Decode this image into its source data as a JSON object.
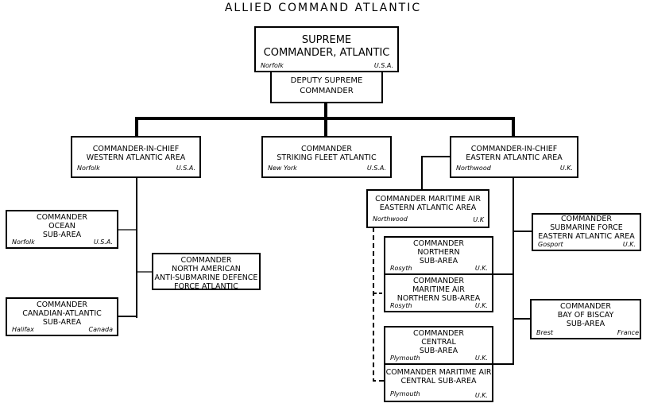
{
  "title": "ALLIED COMMAND ATLANTIC",
  "nodes": {
    "supreme": {
      "name": "SUPREME\nCOMMANDER, ATLANTIC",
      "location": "Norfolk",
      "country": "U.S.A."
    },
    "deputy": {
      "name": "DEPUTY SUPREME\nCOMMANDER"
    },
    "west": {
      "name": "COMMANDER-IN-CHIEF\nWESTERN ATLANTIC AREA",
      "location": "Norfolk",
      "country": "U.S.A."
    },
    "striking": {
      "name": "COMMANDER\nSTRIKING FLEET ATLANTIC",
      "location": "New York",
      "country": "U.S.A."
    },
    "east": {
      "name": "COMMANDER-IN-CHIEF\nEASTERN ATLANTIC AREA",
      "location": "Northwood",
      "country": "U.K."
    },
    "ocean": {
      "name": "COMMANDER\nOCEAN\nSUB-AREA",
      "location": "Norfolk",
      "country": "U.S.A."
    },
    "naasw": {
      "name": "COMMANDER\nNORTH AMERICAN\nANTI-SUBMARINE DEFENCE\nFORCE ATLANTIC"
    },
    "canadian": {
      "name": "COMMANDER\nCANADIAN-ATLANTIC\nSUB-AREA",
      "location": "Halifax",
      "country": "Canada"
    },
    "maritime_air_east": {
      "name": "COMMANDER MARITIME AIR\nEASTERN ATLANTIC AREA",
      "location": "Northwood",
      "country": "U.K"
    },
    "submarine": {
      "name": "COMMANDER\nSUBMARINE FORCE\nEASTERN ATLANTIC AREA",
      "location": "Gosport",
      "country": "U.K."
    },
    "northern": {
      "name": "COMMANDER\nNORTHERN\nSUB-AREA",
      "location": "Rosyth",
      "country": "U.K."
    },
    "maritime_air_northern": {
      "name": "COMMANDER\nMARITIME AIR\nNORTHERN SUB-AREA",
      "location": "Rosyth",
      "country": "U.K."
    },
    "biscay": {
      "name": "COMMANDER\nBAY OF BISCAY\nSUB-AREA",
      "location": "Brest",
      "country": "France"
    },
    "central": {
      "name": "COMMANDER\nCENTRAL\nSUB-AREA",
      "location": "Plymouth",
      "country": "U.K."
    },
    "maritime_air_central": {
      "name": "COMMANDER MARITIME AIR\nCENTRAL SUB-AREA",
      "location": "Plymouth",
      "country": "U.K."
    }
  },
  "colors": {
    "line": "#000000",
    "background": "#ffffff"
  }
}
